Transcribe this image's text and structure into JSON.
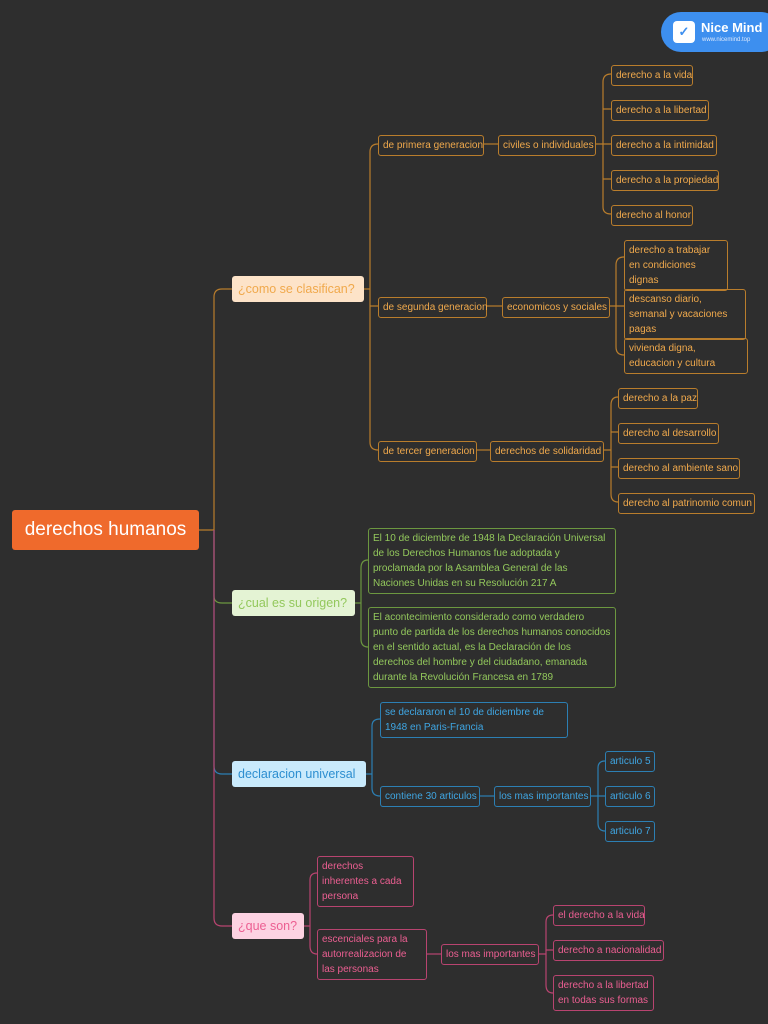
{
  "brand": {
    "name": "Nice Mind",
    "url": "www.nicemind.top"
  },
  "root": "derechos humanos",
  "topics": {
    "clasifican": "¿como se clasifican?",
    "origen": "¿cual es su origen?",
    "declaracion": "declaracion universal",
    "queson": "¿que son?"
  },
  "clasifican": {
    "primera": "de primera generacion",
    "civiles": "civiles o individuales",
    "primera_items": [
      "derecho a la vida",
      "derecho a la libertad",
      "derecho a la intimidad",
      "derecho a la propiedad",
      "derecho al honor"
    ],
    "segunda": "de segunda generacion",
    "economicos": "economicos y sociales",
    "segunda_items": [
      "derecho a trabajar en condiciones dignas",
      "descanso diario, semanal y vacaciones pagas",
      "vivienda digna, educacion y cultura"
    ],
    "tercera": "de tercer generacion",
    "solidaridad": "derechos de solidaridad",
    "tercera_items": [
      "derecho a la paz",
      "derecho al desarrollo",
      "derecho al ambiente sano",
      "derecho al patrinomio comun"
    ]
  },
  "origen": [
    "El 10 de diciembre de 1948 la Declaración Universal de los Derechos Humanos fue adoptada y proclamada por la Asamblea General de las Naciones Unidas en su Resolución 217 A",
    "El acontecimiento considerado como verdadero punto de partida de los derechos humanos conocidos en el sentido actual, es la Declaración de los derechos del hombre y del ciudadano, emanada durante la Revolución Francesa en 1789"
  ],
  "declaracion": {
    "fecha": "se declararon el 10 de diciembre de 1948 en Paris-Francia",
    "contiene": "contiene 30 articulos",
    "importantes": "los mas importantes",
    "articulos": [
      "articulo 5",
      "articulo 6",
      "articulo 7"
    ]
  },
  "queson": {
    "inherentes": "derechos inherentes a cada persona",
    "esenciales": "escenciales para  la autorrealizacion de las personas",
    "importantes": "los mas importantes",
    "items": [
      "el derecho a la vida",
      "derecho a nacionalidad",
      "derecho a la libertad en todas sus formas"
    ]
  }
}
